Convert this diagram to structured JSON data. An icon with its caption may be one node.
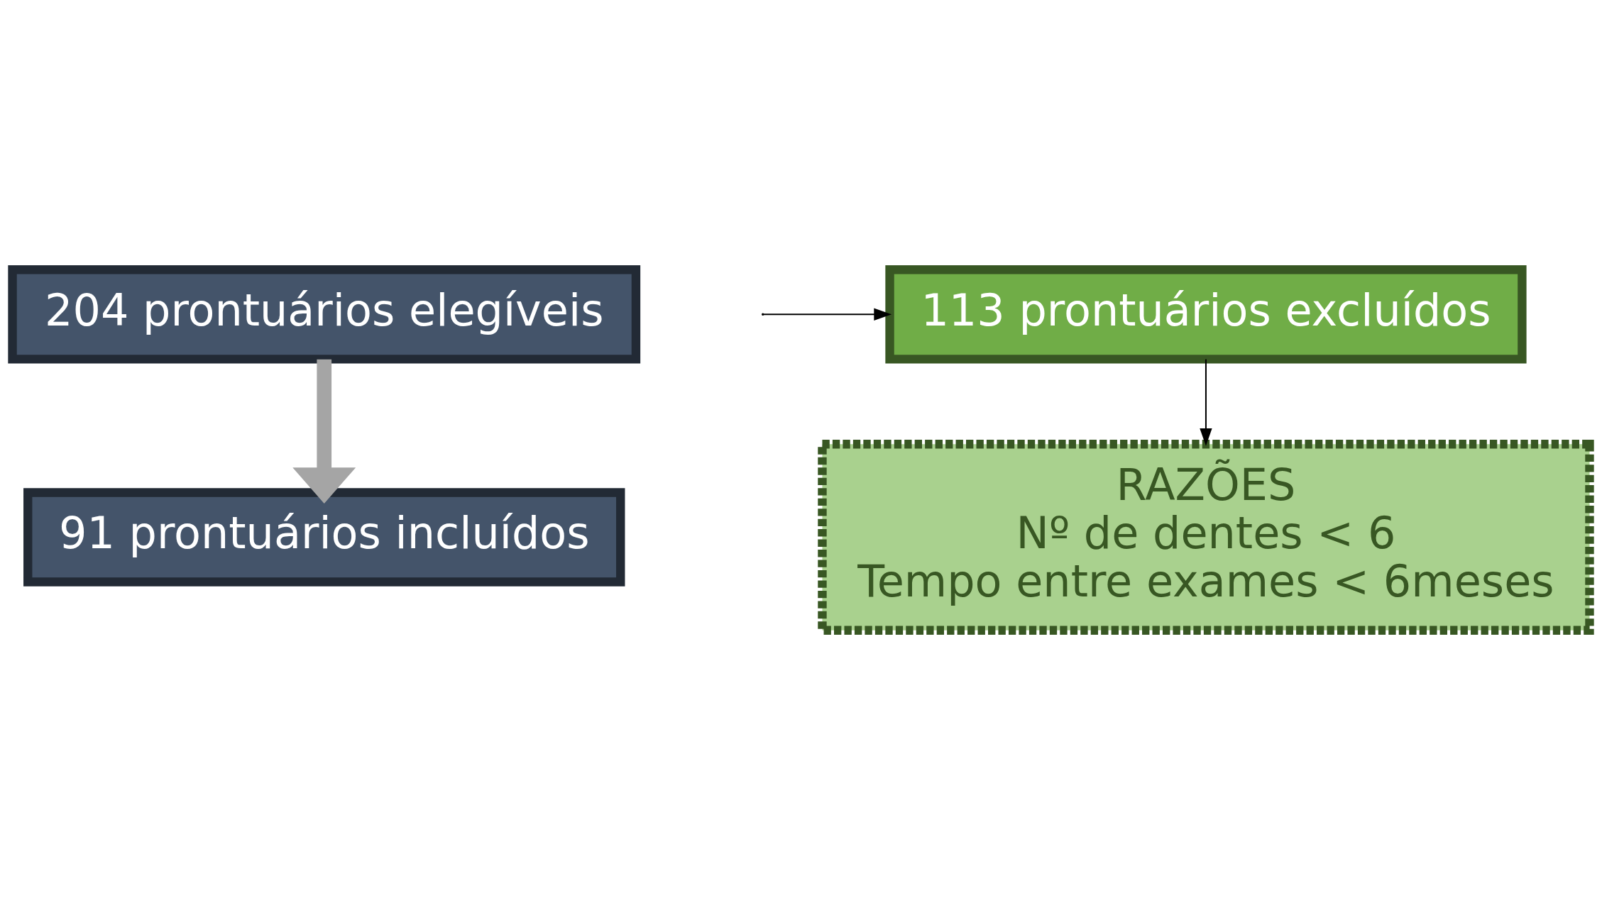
{
  "diagram": {
    "nodes": [
      {
        "text": [
          "204 prontuários elegíveis"
        ]
      },
      {
        "text": [
          "91 prontuários incluídos"
        ]
      },
      {
        "text": [
          "113 prontuários excluídos"
        ]
      },
      {
        "text": [
          "RAZÕES",
          "Nº de dentes < 6",
          "Tempo entre exames < 6meses"
        ]
      }
    ],
    "edges": [
      {
        "from": 0,
        "to": 1,
        "arrow": "to",
        "style": "thick",
        "color": "#a5a5a5"
      },
      {
        "from": null,
        "to": 2,
        "arrow": "to"
      },
      {
        "from": 2,
        "to": 3,
        "arrow": "to"
      }
    ]
  }
}
